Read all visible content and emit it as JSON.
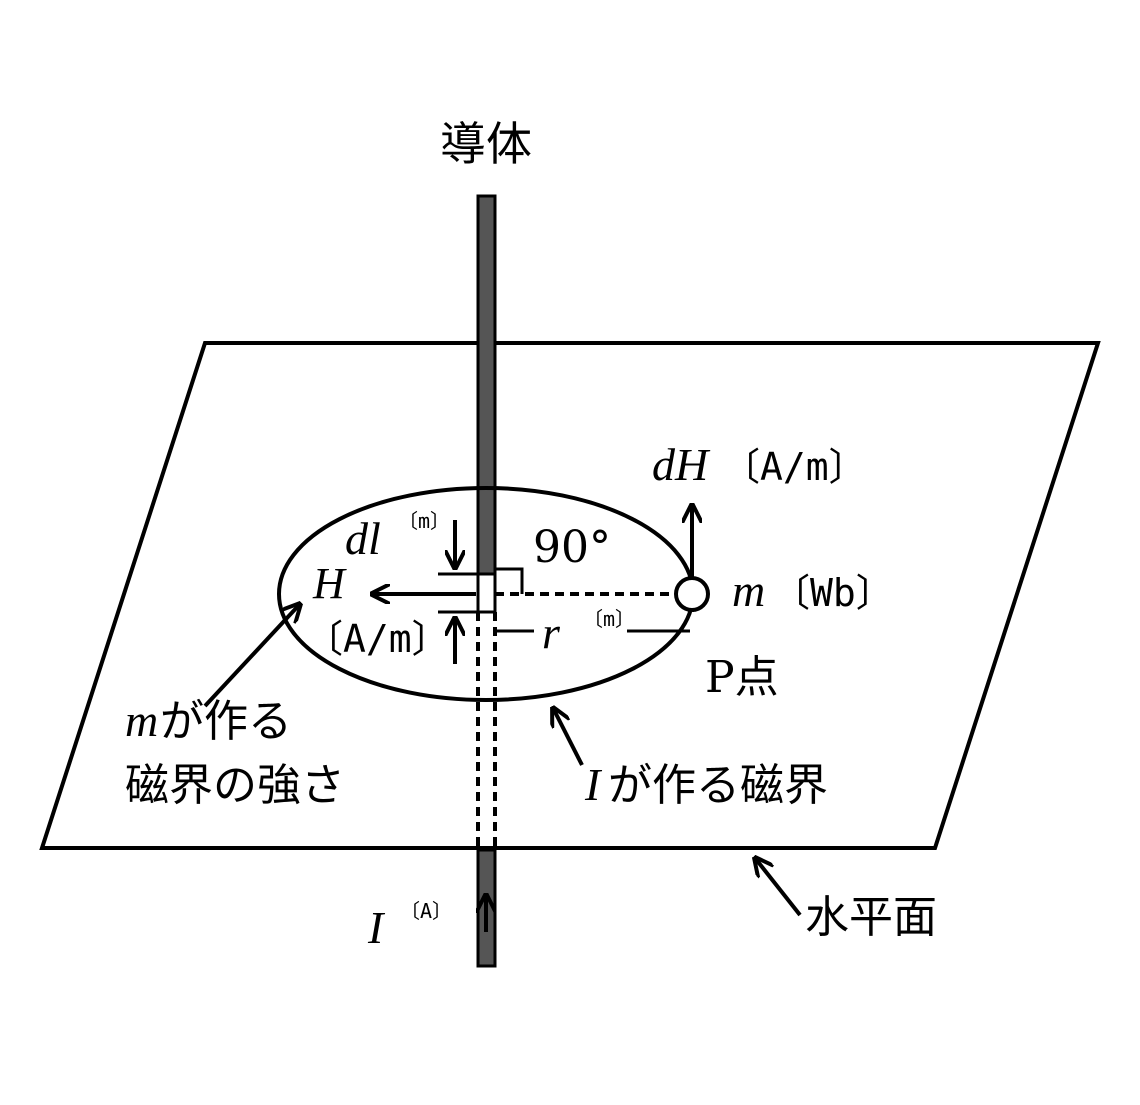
{
  "labels": {
    "conductor": "導体",
    "dH": "dH",
    "dH_unit": "〔A/m〕",
    "dl": "dl",
    "dl_unit": "〔m〕",
    "angle": "90°",
    "H": "H",
    "H_unit": "〔A/m〕",
    "m": "m",
    "m_unit": "〔Wb〕",
    "r": "r",
    "r_unit": "〔m〕",
    "point_P": "P点",
    "m_field_var": "m",
    "m_field_line1": "が作る",
    "m_field_line2": "磁界の強さ",
    "I_field_var": "I",
    "I_field_text": "が作る磁界",
    "current": "I",
    "current_unit": "〔A〕",
    "plane": "水平面"
  },
  "colors": {
    "conductor_fill": "#555555",
    "line": "#000000",
    "background": "#ffffff"
  }
}
